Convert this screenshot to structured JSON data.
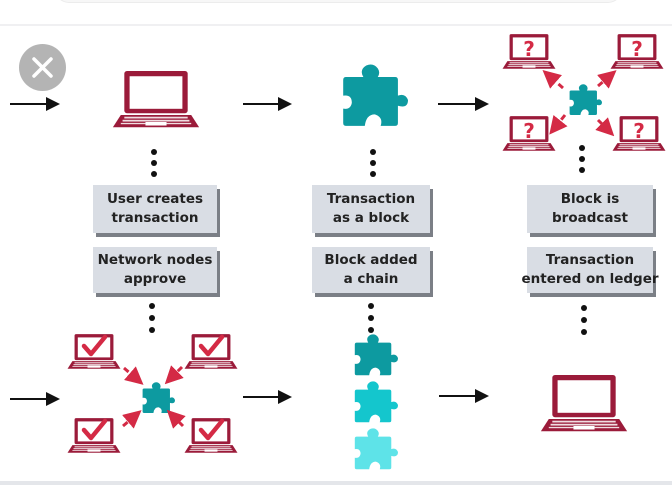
{
  "colors": {
    "laptop": "#9b1b3a",
    "arrow": "#d42a45",
    "puzzle_primary": "#0d9aa0",
    "puzzle_mid": "#14c6cd",
    "puzzle_light": "#5ee3e8",
    "label_bg": "#d9dde4",
    "label_shadow": "#7b7f86",
    "close_bg": "#b4b4b4"
  },
  "icons": {
    "close": "close-icon",
    "laptop": "laptop-icon",
    "puzzle": "puzzle-piece-icon",
    "question": "question-mark-icon",
    "check": "checkmark-icon",
    "arrow": "arrow-right-icon",
    "dots": "vertical-ellipsis-icon"
  },
  "steps": [
    {
      "id": 1,
      "label_line1": "User creates",
      "label_line2": "transaction"
    },
    {
      "id": 2,
      "label_line1": "Transaction",
      "label_line2": "as a block"
    },
    {
      "id": 3,
      "label_line1": "Block is",
      "label_line2": "broadcast"
    },
    {
      "id": 4,
      "label_line1": "Network nodes",
      "label_line2": "approve"
    },
    {
      "id": 5,
      "label_line1": "Block added",
      "label_line2": "a chain"
    },
    {
      "id": 6,
      "label_line1": "Transaction",
      "label_line2": "entered on ledger"
    }
  ],
  "marks": {
    "question": "?"
  }
}
